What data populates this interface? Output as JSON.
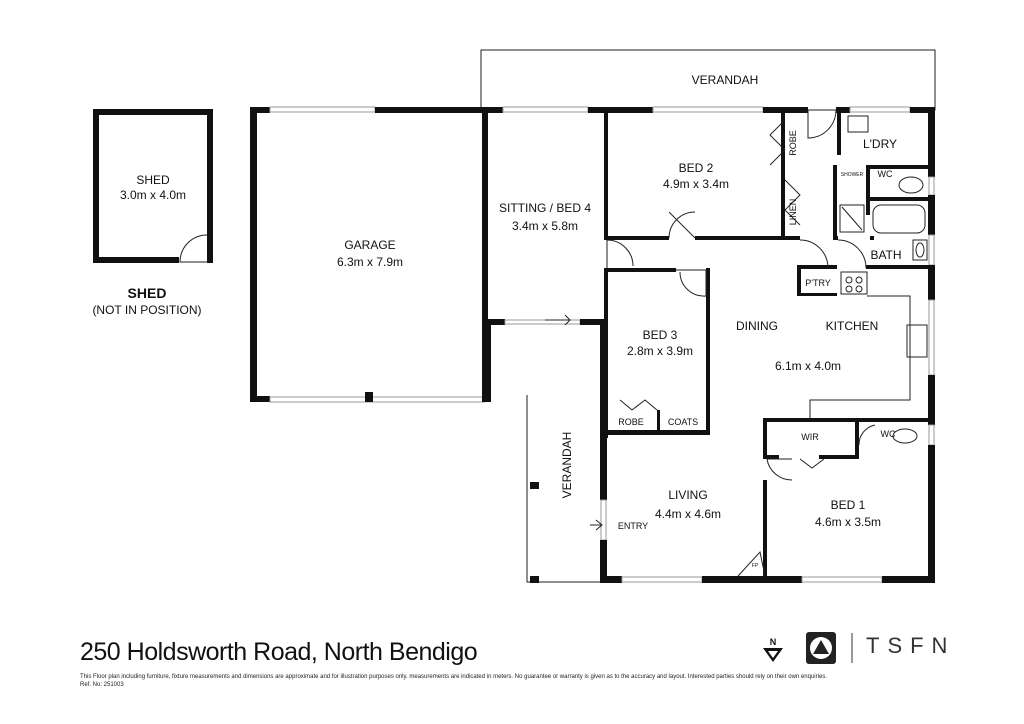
{
  "rooms": {
    "verandah_top": "VERANDAH",
    "shed_name": "SHED",
    "shed_size": "3.0m x 4.0m",
    "shed_note_title": "SHED",
    "shed_note": "(NOT IN POSITION)",
    "garage_name": "GARAGE",
    "garage_size": "6.3m x 7.9m",
    "sitting_name": "SITTING / BED 4",
    "sitting_size": "3.4m x 5.8m",
    "bed2_name": "BED 2",
    "bed2_size": "4.9m x 3.4m",
    "robe_top": "ROBE",
    "linen": "LINEN",
    "laundry": "L'DRY",
    "shower": "SHOWER",
    "wc_top": "WC",
    "bath": "BATH",
    "pantry": "P'TRY",
    "dining": "DINING",
    "kitchen": "KITCHEN",
    "dining_kitchen_size": "6.1m x 4.0m",
    "bed3_name": "BED 3",
    "bed3_size": "2.8m x 3.9m",
    "robe_bed3": "ROBE",
    "coats": "COATS",
    "wir": "WIR",
    "wc_bed1": "WC",
    "verandah_side": "VERANDAH",
    "living_name": "LIVING",
    "living_size": "4.4m x 4.6m",
    "entry": "ENTRY",
    "fireplace": "FP",
    "bed1_name": "BED 1",
    "bed1_size": "4.6m x 3.5m"
  },
  "footer": {
    "address": "250 Holdsworth Road, North Bendigo",
    "disclaimer": "This Floor plan including furniture, fixture measurements and dimensions are approximate and for illustration purposes only. measurements are indicated in meters. No guarantee or warranty is given as to the accuracy and layout. Interested parties should rely on their own enquiries.",
    "ref": "Ref. No: 251003",
    "north": "N",
    "brand": "TSFN"
  }
}
